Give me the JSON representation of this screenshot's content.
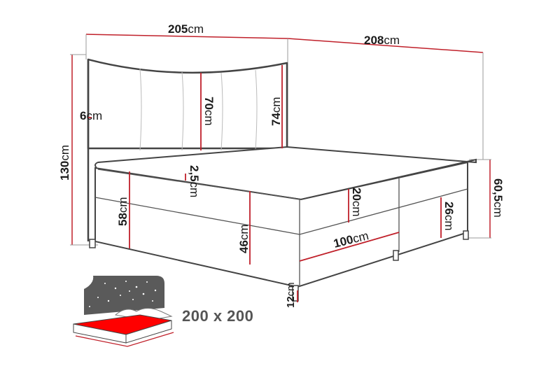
{
  "diagram": {
    "subject": "Boxspring bed with upholstered headboard - dimension drawing",
    "unit": "cm",
    "colors": {
      "dimension_line": "#c0202a",
      "outline": "#444444",
      "mattress_fill": "#ff0000",
      "night_sky": "#5a5a5a"
    },
    "dimensions": {
      "total_width": {
        "value": "205",
        "unit": "cm"
      },
      "total_length": {
        "value": "208",
        "unit": "cm"
      },
      "total_height": {
        "value": "130",
        "unit": "cm"
      },
      "headboard_thickness": {
        "value": "6",
        "unit": "cm"
      },
      "headboard_center_height": {
        "value": "70",
        "unit": "cm"
      },
      "headboard_side_height": {
        "value": "74",
        "unit": "cm"
      },
      "topper_thickness": {
        "value": "2,5",
        "unit": "cm"
      },
      "bed_height_front": {
        "value": "58",
        "unit": "cm"
      },
      "base_height": {
        "value": "46",
        "unit": "cm"
      },
      "mattress_height": {
        "value": "20",
        "unit": "cm"
      },
      "box_height": {
        "value": "26",
        "unit": "cm"
      },
      "box_width": {
        "value": "100",
        "unit": "cm"
      },
      "side_height": {
        "value": "60,5",
        "unit": "cm"
      },
      "leg_height": {
        "value": "12",
        "unit": "cm"
      }
    },
    "sleeping_area": {
      "label": "200 x 200",
      "icon": "bed-night-stars-icon"
    }
  }
}
